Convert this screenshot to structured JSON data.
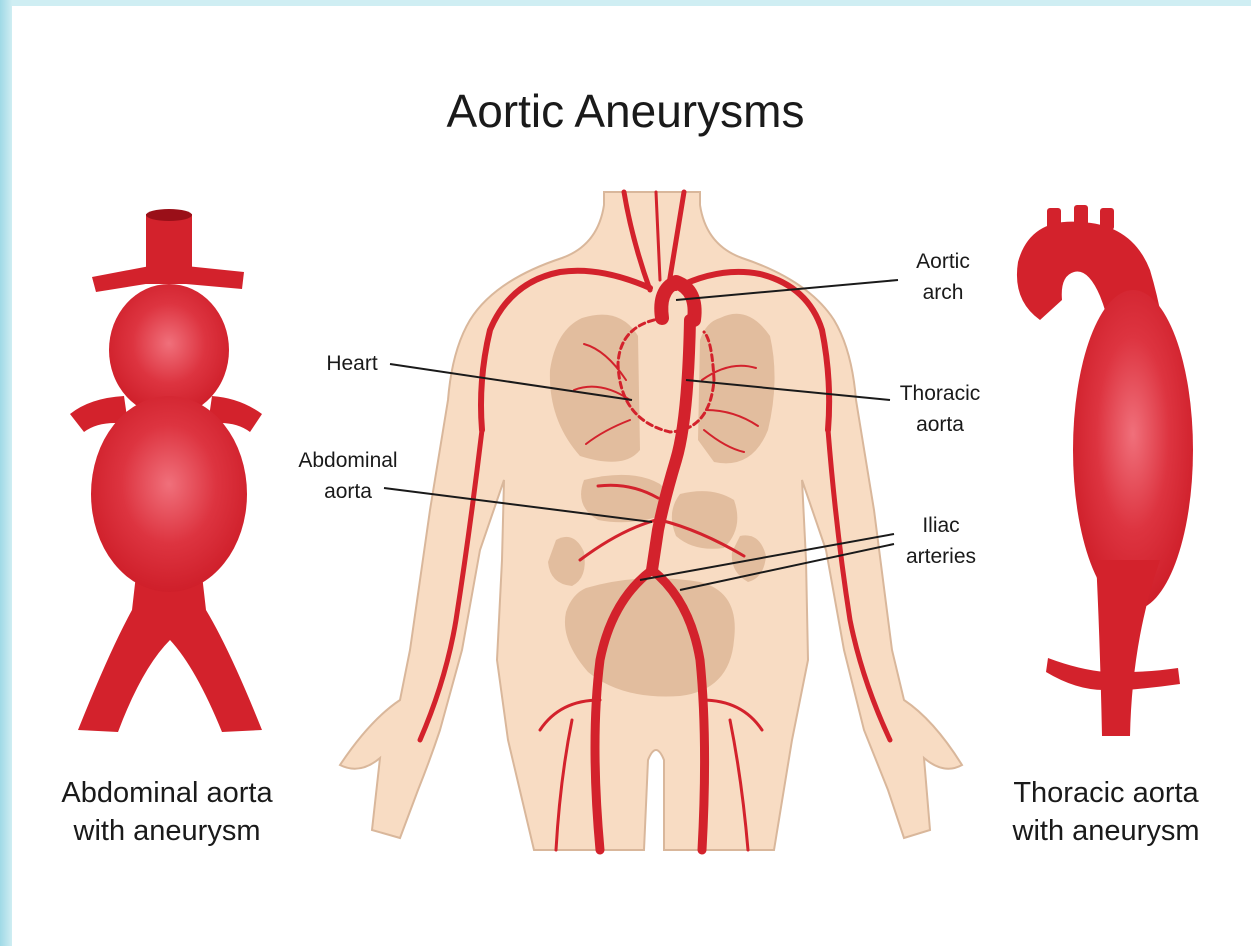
{
  "title": "Aortic Aneurysms",
  "captions": {
    "left": [
      "Abdominal aorta",
      "with aneurysm"
    ],
    "right": [
      "Thoracic aorta",
      "with aneurysm"
    ]
  },
  "labels": {
    "aortic_arch": [
      "Aortic",
      "arch"
    ],
    "heart": [
      "Heart"
    ],
    "thoracic_aorta": [
      "Thoracic",
      "aorta"
    ],
    "abdominal_aorta": [
      "Abdominal",
      "aorta"
    ],
    "iliac_arteries": [
      "Iliac",
      "arteries"
    ]
  },
  "colors": {
    "artery": "#d3222c",
    "skin": "#f8dcc3",
    "skin_outline": "#d9b79b",
    "organ": "#e2bd9e",
    "highlight": "#ee5f6c",
    "leader_line": "#1a1a1a"
  }
}
